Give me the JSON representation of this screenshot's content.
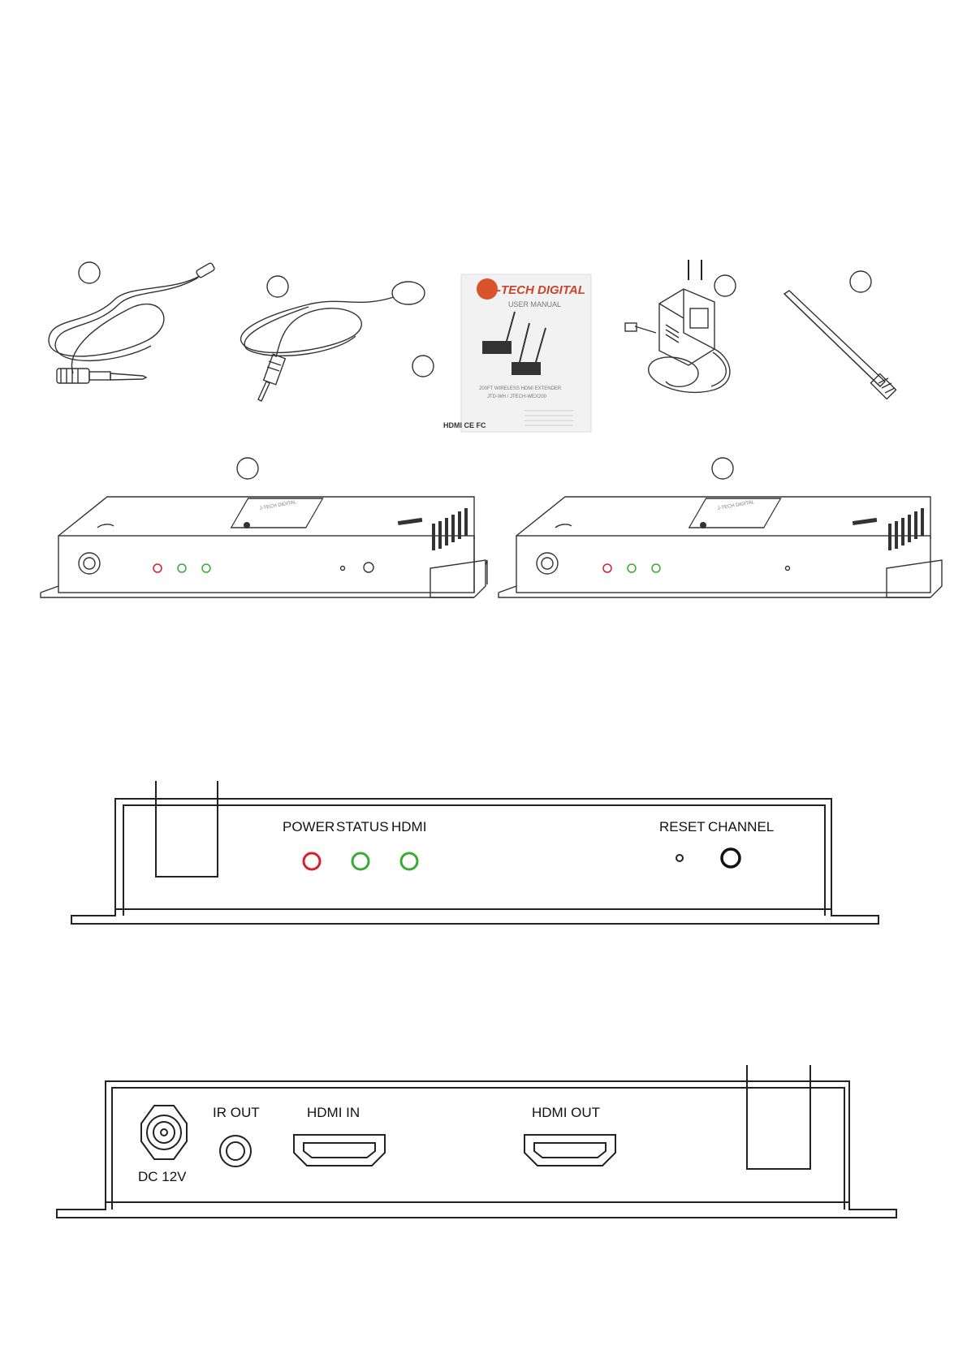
{
  "manual_cover": {
    "brand": "-TECH DIGITAL",
    "subtitle": "USER MANUAL",
    "product": "200FT WIRELESS HDMI EXTENDER",
    "model": "JTD-WH / JTECH-WEX200",
    "certs": "HDMI CE FC"
  },
  "unit_brand_label": "J-TECH DIGITAL",
  "front_panel": {
    "power": "POWER",
    "status": "STATUS",
    "hdmi": "HDMI",
    "reset": "RESET",
    "channel": "CHANNEL"
  },
  "rear_panel": {
    "dc": "DC 12V",
    "ir_out": "IR OUT",
    "hdmi_in": "HDMI IN",
    "hdmi_out": "HDMI OUT"
  },
  "colors": {
    "power_led": "#d8202a",
    "status_led": "#3aaa35",
    "hdmi_led": "#3aaa35"
  }
}
